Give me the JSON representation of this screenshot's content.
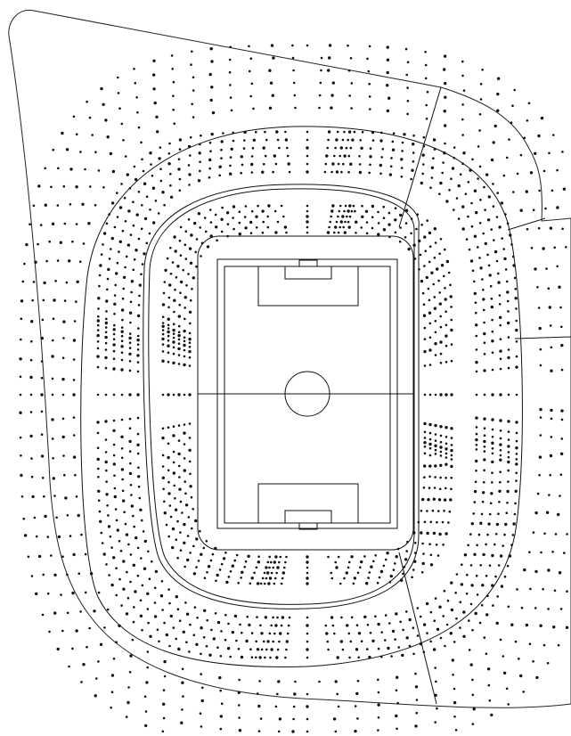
{
  "diagram": {
    "type": "stadium-seating-plan",
    "features": [
      "outer-boundary",
      "upper-tier",
      "middle-tier",
      "lower-tier",
      "concourse-ring",
      "football-pitch"
    ],
    "pitch": {
      "markings": [
        "touchlines",
        "halfway-line",
        "center-circle",
        "penalty-areas",
        "goal-areas",
        "goals"
      ]
    },
    "seat_rows": {
      "upper": 6,
      "middle": 6,
      "lower": 6
    },
    "colors": {
      "line": "#111111",
      "background": "#ffffff",
      "seat": "#111111"
    }
  }
}
